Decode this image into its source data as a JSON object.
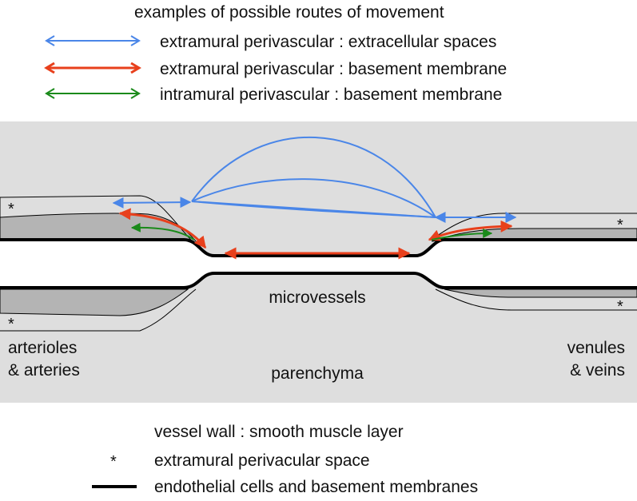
{
  "title": "examples of possible routes of movement",
  "legend": [
    {
      "color": "#4a86e8",
      "label": "extramural perivascular : extracellular spaces"
    },
    {
      "color": "#e8401c",
      "label": "extramural perivascular : basement membrane"
    },
    {
      "color": "#1a8a1a",
      "label": "intramural perivascular  : basement membrane"
    }
  ],
  "diagram": {
    "left_label_line1": "arterioles",
    "left_label_line2": "& arteries",
    "right_label_line1": "venules",
    "right_label_line2": "& veins",
    "center_label": "microvessels",
    "parenchyma_label": "parenchyma",
    "asterisk": "*"
  },
  "key": {
    "smooth_muscle": "vessel wall : smooth muscle layer",
    "asterisk_symbol": "*",
    "perivascular_space": "extramural perivacular space",
    "endothelial": "endothelial cells and basement membranes"
  },
  "colors": {
    "background_panel": "#dedede",
    "smooth_muscle_fill": "#b4b4b4",
    "blue": "#4a86e8",
    "red": "#e8401c",
    "green": "#1a8a1a"
  }
}
